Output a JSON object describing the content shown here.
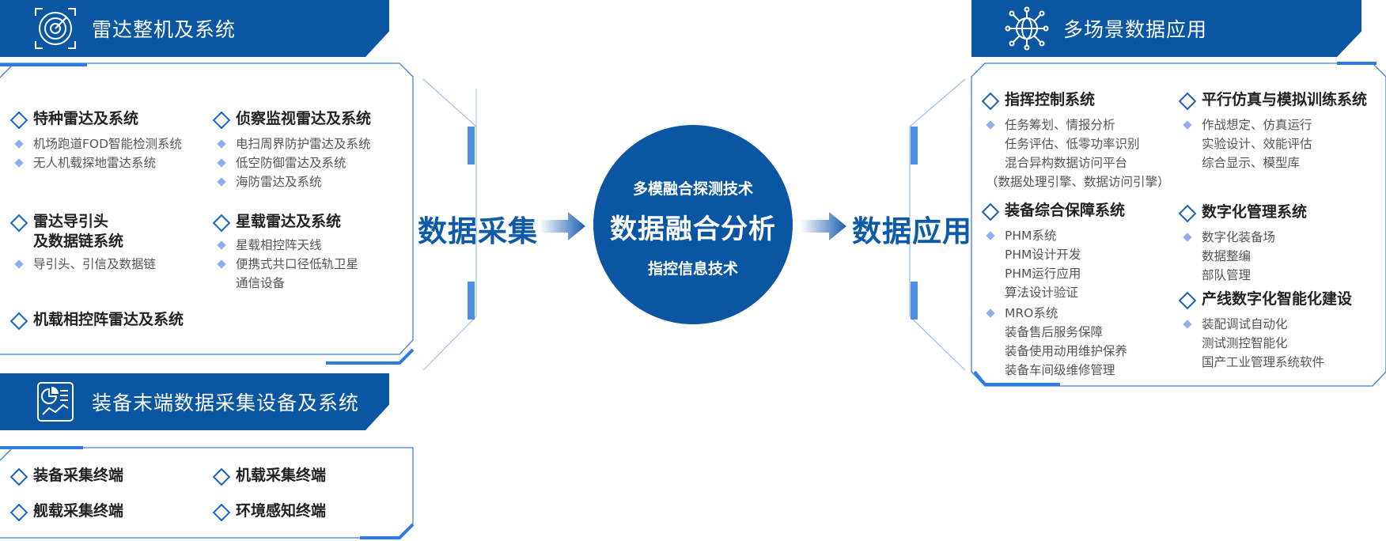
{
  "colors": {
    "brand": "#0a56a3",
    "accent": "#2f7be0",
    "bullet": "#8fb0ec",
    "text": "#222222"
  },
  "left_top": {
    "header": {
      "title": "雷达整机及系统",
      "icon": "radar-icon"
    },
    "groups": [
      {
        "title": "特种雷达及系统",
        "items": [
          "机场跑道FOD智能检测系统",
          "无人机载探地雷达系统"
        ]
      },
      {
        "title": "侦察监视雷达及系统",
        "items": [
          "电扫周界防护雷达及系统",
          "低空防御雷达及系统",
          "海防雷达及系统"
        ]
      },
      {
        "title": "雷达导引头\n及数据链系统",
        "items": [
          "导引头、引信及数据链"
        ]
      },
      {
        "title": "星载雷达及系统",
        "items": [
          "星载相控阵天线",
          "便携式共口径低轨卫星\n通信设备"
        ]
      },
      {
        "title": "机载相控阵雷达及系统",
        "items": []
      }
    ]
  },
  "left_bottom": {
    "header": {
      "title": "装备末端数据采集设备及系统",
      "icon": "report-chart-icon"
    },
    "groups": [
      {
        "title": "装备采集终端"
      },
      {
        "title": "机载采集终端"
      },
      {
        "title": "舰载采集终端"
      },
      {
        "title": "环境感知终端"
      }
    ]
  },
  "center": {
    "left_label": "数据采集",
    "right_label": "数据应用",
    "circle": {
      "top": "多模融合探测技术",
      "main": "数据融合分析",
      "bottom": "指控信息技术"
    }
  },
  "right": {
    "header": {
      "title": "多场景数据应用",
      "icon": "globe-network-icon"
    },
    "groups": [
      {
        "title": "指挥控制系统",
        "bullets": [
          {
            "lines": [
              "任务筹划、情报分析",
              "任务评估、低零功率识别",
              "混合异构数据访问平台"
            ]
          }
        ],
        "note": "（数据处理引擎、数据访问引擎）"
      },
      {
        "title": "平行仿真与模拟训练系统",
        "bullets": [
          {
            "lines": [
              "作战想定、仿真运行",
              "实验设计、效能评估",
              "综合显示、模型库"
            ]
          }
        ]
      },
      {
        "title": "装备综合保障系统",
        "bullets": [
          {
            "lines": [
              "PHM系统",
              "PHM设计开发",
              "PHM运行应用",
              "算法设计验证"
            ]
          },
          {
            "lines": [
              "MRO系统",
              "装备售后服务保障",
              "装备使用动用维护保养",
              "装备车间级维修管理"
            ]
          }
        ]
      },
      {
        "title": "数字化管理系统",
        "bullets": [
          {
            "lines": [
              "数字化装备场",
              "数据整编",
              "部队管理"
            ]
          }
        ]
      },
      {
        "title": "产线数字化智能化建设",
        "bullets": [
          {
            "lines": [
              "装配调试自动化",
              "测试测控智能化",
              "国产工业管理系统软件"
            ]
          }
        ]
      }
    ]
  }
}
